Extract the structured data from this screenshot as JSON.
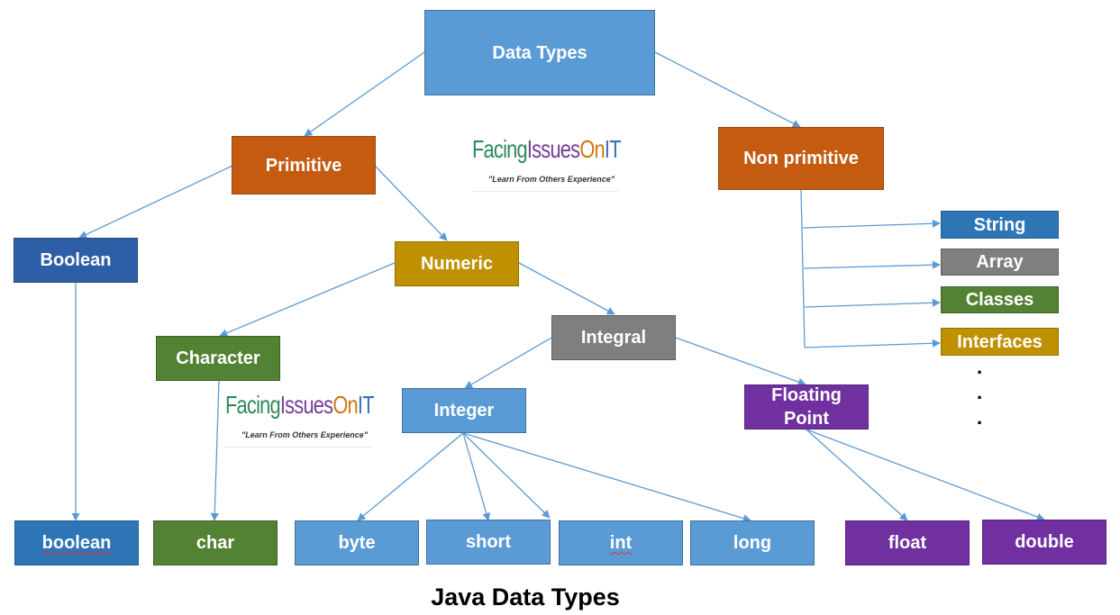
{
  "nodes": {
    "data_types": "Data Types",
    "primitive": "Primitive",
    "non_primitive": "Non primitive",
    "boolean_category": "Boolean",
    "numeric": "Numeric",
    "character": "Character",
    "integral": "Integral",
    "integer": "Integer",
    "floating_point_line1": "Floating",
    "floating_point_line2": "Point",
    "string": "String",
    "array": "Array",
    "classes": "Classes",
    "interfaces": "Interfaces",
    "boolean_type": "boolean",
    "char_type": "char",
    "byte_type": "byte",
    "short_type": "short",
    "int_type": "int",
    "long_type": "long",
    "float_type": "float",
    "double_type": "double"
  },
  "continuation_dots": [
    ".",
    ".",
    "."
  ],
  "watermark": {
    "title_parts": [
      "Facing",
      "Issues",
      "On",
      "IT"
    ],
    "tagline": "\"Learn From Others Experience\""
  },
  "caption": "Java Data Types",
  "colors": {
    "blue": "#5b9bd5",
    "dark_blue": "#2e5fa6",
    "orange": "#c55a11",
    "gold": "#bf9000",
    "gray": "#7f7f7f",
    "green": "#548235",
    "purple": "#7030a0",
    "connector": "#5b9bd5"
  }
}
